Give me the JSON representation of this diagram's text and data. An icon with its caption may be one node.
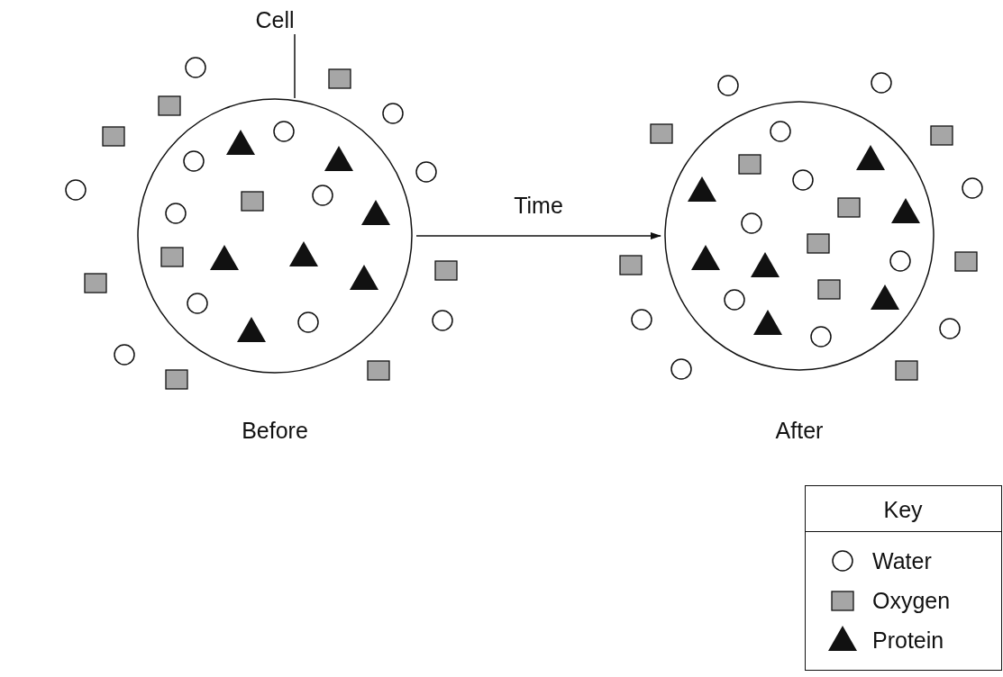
{
  "diagram": {
    "nodes": [
      {
        "text": [
          "Cell"
        ]
      },
      {
        "text": [],
        "shape": "circle",
        "beside": [
          "Before"
        ]
      },
      {
        "text": [],
        "shape": "circle",
        "beside": [
          "After"
        ]
      }
    ],
    "edges": [
      {
        "from": 0,
        "to": 1,
        "arrow": "none"
      },
      {
        "from": 1,
        "to": 2,
        "arrow": "to",
        "label": "Time"
      }
    ],
    "labels": [
      "Key"
    ],
    "legend": [
      {
        "text": "Water"
      },
      {
        "text": "Oxygen"
      },
      {
        "text": "Protein"
      }
    ]
  }
}
